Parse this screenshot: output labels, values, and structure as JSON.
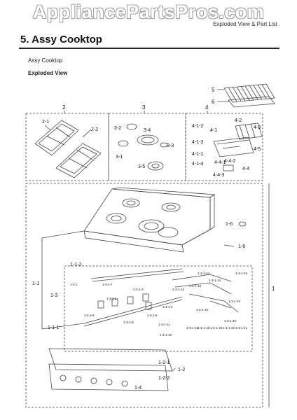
{
  "watermark": "AppliancePartsPros.com",
  "header": {
    "right_text": "Exploded View & Part List"
  },
  "title": "5.  Assy Cooktop",
  "subtitle": "Assy Cooktop",
  "section_label": "Exploded View",
  "callouts": {
    "groups": [
      "2",
      "3",
      "4",
      "1"
    ],
    "group2": [
      "2-1",
      "2-2"
    ],
    "group3": [
      "3-2",
      "3-4",
      "3-3",
      "3-1",
      "3-5"
    ],
    "group4": [
      "4-2",
      "4-3",
      "4-1-2",
      "4-1",
      "4-1-3",
      "4-5",
      "4-1-1",
      "4-1-4",
      "4-4",
      "4-4-1",
      "4-4-2",
      "4-4-3"
    ],
    "top_right": [
      "5",
      "6"
    ],
    "main": [
      "1-6",
      "1-6",
      "1-1-2",
      "1-1",
      "1-3",
      "1-1-1",
      "1-2",
      "1-2-1",
      "1-2-2",
      "1-4"
    ],
    "small": [
      "1-3-1",
      "1-3-1-7",
      "1-3-1-2",
      "1-3-1-9",
      "1-3-1-3",
      "1-3-1-8",
      "1-3-1-6",
      "1-3-1-12",
      "1-3-1-4",
      "1-3-1-11",
      "1-3-1-10",
      "1-3-1-13",
      "1-3-1-14",
      "1-3-1-24",
      "1-3-1-15",
      "1-3-1-16",
      "1-3-1-18",
      "1-3-1-19",
      "1-3-1-20",
      "1-3-1-21",
      "1-3-1-22",
      "1-3-1-23",
      "1-3-1-25"
    ]
  }
}
